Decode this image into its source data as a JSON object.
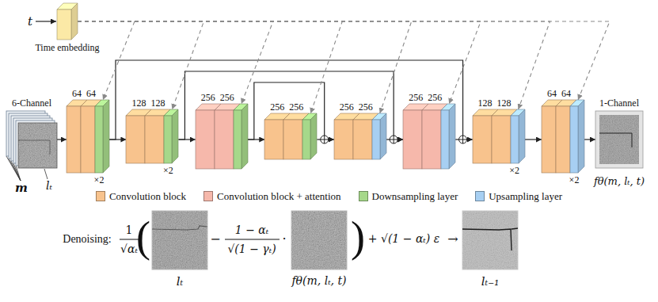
{
  "diagram": {
    "nodes": [
      {
        "text": [
          "Time embedding"
        ]
      },
      {
        "text": [
          "6-Channel"
        ]
      },
      {
        "text": [
          "64",
          "64",
          "×2"
        ]
      },
      {
        "text": [
          "128",
          "128",
          "×2"
        ]
      },
      {
        "text": [
          "256",
          "256"
        ]
      },
      {
        "text": [
          "256",
          "256"
        ]
      },
      {
        "text": [
          "256",
          "256"
        ]
      },
      {
        "text": [
          "256",
          "256"
        ]
      },
      {
        "text": [
          "128",
          "128",
          "×2"
        ]
      },
      {
        "text": [
          "64",
          "64",
          "×2"
        ]
      },
      {
        "text": [
          "1-Channel"
        ]
      }
    ],
    "edges": [
      {
        "from": 1,
        "to": 2,
        "arrow": "to"
      },
      {
        "from": 2,
        "to": 3,
        "arrow": "to"
      },
      {
        "from": 3,
        "to": 4,
        "arrow": "to"
      },
      {
        "from": 4,
        "to": 5,
        "arrow": "to"
      },
      {
        "from": 5,
        "to": 6,
        "arrow": "to"
      },
      {
        "from": 6,
        "to": 7,
        "arrow": "to"
      },
      {
        "from": 7,
        "to": 8,
        "arrow": "to"
      },
      {
        "from": 8,
        "to": 9,
        "arrow": "to"
      },
      {
        "from": 9,
        "to": 10,
        "arrow": "to"
      },
      {
        "from": 2,
        "to": 8,
        "arrow": "to"
      },
      {
        "from": 3,
        "to": 7,
        "arrow": "to"
      },
      {
        "from": 4,
        "to": 6,
        "arrow": "to"
      },
      {
        "from": 0,
        "to": 2,
        "arrow": "to"
      },
      {
        "from": 0,
        "to": 3,
        "arrow": "to"
      },
      {
        "from": 0,
        "to": 4,
        "arrow": "to"
      },
      {
        "from": 0,
        "to": 5,
        "arrow": "to"
      },
      {
        "from": 0,
        "to": 6,
        "arrow": "to"
      },
      {
        "from": 0,
        "to": 7,
        "arrow": "to"
      },
      {
        "from": 0,
        "to": 8,
        "arrow": "to"
      },
      {
        "from": 0,
        "to": 9,
        "arrow": "to"
      }
    ],
    "labels": [
      "t",
      "m",
      "lₜ",
      "fθ(m, lₜ, t)",
      "Denoising:",
      "1",
      "√αₜ",
      "(",
      "−",
      "1 − αₜ",
      "√(1 − γₜ)",
      "·",
      ")",
      "+ √(1 − αₜ) ε",
      "→",
      "lₜ",
      "fθ(m, lₜ, t)",
      "lₜ₋₁"
    ],
    "legend": [
      {
        "text": "Convolution block",
        "color": "#f8c38d"
      },
      {
        "text": "Convolution block + attention",
        "color": "#f6b8ab"
      },
      {
        "text": "Downsampling layer",
        "color": "#a6d88a"
      },
      {
        "text": "Upsampling layer",
        "color": "#a7cff2"
      }
    ]
  }
}
